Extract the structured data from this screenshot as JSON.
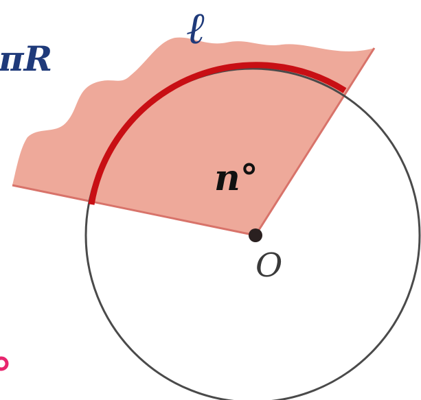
{
  "labels": {
    "partial_formula": "πR",
    "arc_label": "ℓ",
    "angle_label": "n°",
    "center_label": "O"
  },
  "colors": {
    "sector_fill": "#eea99a",
    "sector_edge": "#d8736a",
    "arc": "#c80f14",
    "circle": "#4a4a4a",
    "center_point": "#2a2020",
    "formula_text": "#1f3a7a",
    "center_text": "#3a3a3a",
    "corner_mark": "#e8256e"
  }
}
